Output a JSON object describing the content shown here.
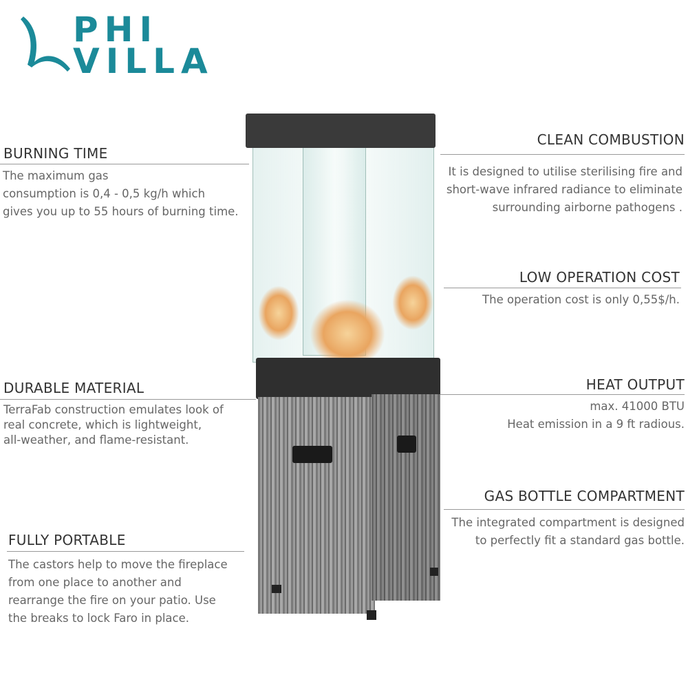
{
  "brand": {
    "line1": "PHI",
    "line2": "VILLA",
    "color": "#1b8a99"
  },
  "left": [
    {
      "title": "BURNING TIME",
      "lines": [
        "The maximum gas",
        "consumption is 0,4 - 0,5 kg/h which",
        "gives you up to 55 hours of burning time."
      ]
    },
    {
      "title": "DURABLE MATERIAL",
      "lines": [
        "TerraFab construction emulates look of",
        "real concrete, which is lightweight,",
        "all-weather, and flame-resistant."
      ]
    },
    {
      "title": "FULLY PORTABLE",
      "lines": [
        "The castors help to move the fireplace",
        "from one place to another and",
        "rearrange the fire on your patio. Use",
        "the breaks to lock Faro in place."
      ]
    }
  ],
  "right": [
    {
      "title": "CLEAN COMBUSTION",
      "lines": [
        "It is designed to utilise sterilising fire and",
        "short-wave infrared radiance to eliminate",
        "surrounding airborne pathogens ."
      ]
    },
    {
      "title": "LOW OPERATION COST",
      "lines": [
        "The operation cost is only  0,55$/h."
      ]
    },
    {
      "title": "HEAT OUTPUT",
      "lines": [
        "max. 41000  BTU",
        "Heat emission in a 9 ft radious."
      ]
    },
    {
      "title": "GAS BOTTLE COMPARTMENT",
      "lines": [
        "The integrated compartment is designed",
        "to perfectly fit a standard gas bottle."
      ]
    }
  ]
}
